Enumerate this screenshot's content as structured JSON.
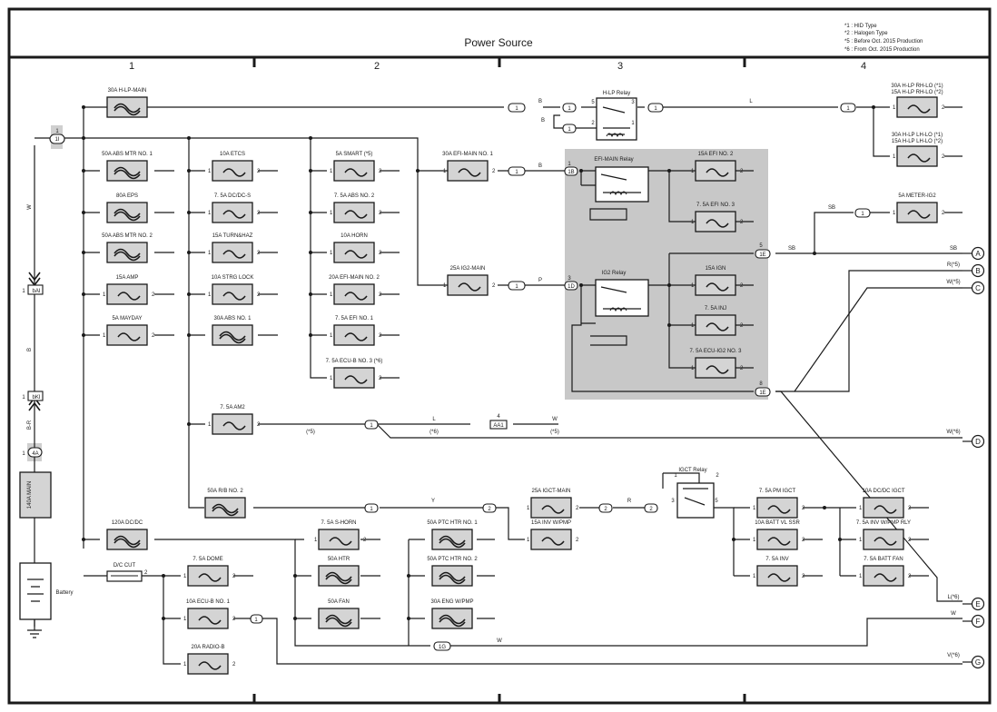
{
  "title": "Power Source",
  "notes": [
    "*1 : HID Type",
    "*2 : Halogen Type",
    "*5 : Before Oct. 2015 Production",
    "*6 : From Oct. 2015 Production"
  ],
  "columns": [
    "1",
    "2",
    "3",
    "4"
  ],
  "fuses": [
    {
      "id": "f-hlp-main",
      "label": "30A H-LP-MAIN"
    },
    {
      "id": "f-abs-mtr1",
      "label": "50A ABS MTR NO. 1"
    },
    {
      "id": "f-eps",
      "label": "80A EPS"
    },
    {
      "id": "f-abs-mtr2",
      "label": "50A ABS MTR NO. 2"
    },
    {
      "id": "f-amp",
      "label": "15A AMP"
    },
    {
      "id": "f-mayday",
      "label": "5A MAYDAY"
    },
    {
      "id": "f-etcs",
      "label": "10A ETCS"
    },
    {
      "id": "f-dcdc-s",
      "label": "7. 5A DC/DC-S"
    },
    {
      "id": "f-turn-haz",
      "label": "15A TURN&HAZ"
    },
    {
      "id": "f-strg-lock",
      "label": "10A STRG LOCK"
    },
    {
      "id": "f-abs1",
      "label": "30A ABS NO. 1"
    },
    {
      "id": "f-smart",
      "label": "5A SMART (*5)"
    },
    {
      "id": "f-abs2",
      "label": "7. 5A ABS NO. 2"
    },
    {
      "id": "f-horn",
      "label": "10A HORN"
    },
    {
      "id": "f-efi-main2",
      "label": "20A EFI-MAIN NO. 2"
    },
    {
      "id": "f-efi1",
      "label": "7. 5A EFI NO. 1"
    },
    {
      "id": "f-ecub3",
      "label": "7. 5A ECU-B NO. 3 (*6)"
    },
    {
      "id": "f-efi-main1",
      "label": "30A EFI-MAIN NO. 1"
    },
    {
      "id": "f-ig2-main",
      "label": "25A IG2-MAIN"
    },
    {
      "id": "f-efi2",
      "label": "15A EFI NO. 2"
    },
    {
      "id": "f-efi3",
      "label": "7. 5A EFI NO. 3"
    },
    {
      "id": "f-ign",
      "label": "15A IGN"
    },
    {
      "id": "f-inj",
      "label": "7. 5A INJ"
    },
    {
      "id": "f-ecu-ig2-3",
      "label": "7. 5A ECU-IG2 NO. 3"
    },
    {
      "id": "f-hlp-rh",
      "label": "30A H-LP RH-LO (*1)"
    },
    {
      "id": "f-hlp-rh2",
      "label": "15A H-LP RH-LO (*2)"
    },
    {
      "id": "f-hlp-lh",
      "label": "30A H-LP LH-LO (*1)"
    },
    {
      "id": "f-hlp-lh2",
      "label": "15A H-LP LH-LO (*2)"
    },
    {
      "id": "f-meter-ig2",
      "label": "5A METER-IG2"
    },
    {
      "id": "f-am2",
      "label": "7. 5A AM2"
    },
    {
      "id": "f-rb2",
      "label": "50A R/B NO. 2"
    },
    {
      "id": "f-dcdc",
      "label": "120A DC/DC"
    },
    {
      "id": "f-dcut",
      "label": "D/C CUT"
    },
    {
      "id": "f-dome",
      "label": "7. 5A DOME"
    },
    {
      "id": "f-ecub1",
      "label": "10A ECU-B NO. 1"
    },
    {
      "id": "f-radio",
      "label": "20A RADIO-B"
    },
    {
      "id": "f-shorn",
      "label": "7. 5A S-HORN"
    },
    {
      "id": "f-htr",
      "label": "50A HTR"
    },
    {
      "id": "f-fan",
      "label": "50A FAN"
    },
    {
      "id": "f-ptc1",
      "label": "50A PTC HTR NO. 1"
    },
    {
      "id": "f-ptc2",
      "label": "50A PTC HTR NO. 2"
    },
    {
      "id": "f-eng-wpmp",
      "label": "30A ENG W/PMP"
    },
    {
      "id": "f-igct-main",
      "label": "25A IGCT-MAIN"
    },
    {
      "id": "f-inv-wpmp",
      "label": "15A INV W/PMP"
    },
    {
      "id": "f-pm-igct",
      "label": "7. 5A PM IGCT"
    },
    {
      "id": "f-batt-vl",
      "label": "10A BATT VL SSR"
    },
    {
      "id": "f-inv",
      "label": "7. 5A INV"
    },
    {
      "id": "f-dcdc-igct",
      "label": "10A DC/DC IGCT"
    },
    {
      "id": "f-inv-wpmp-rly",
      "label": "7. 5A INV W/PMP RLY"
    },
    {
      "id": "f-batt-fan",
      "label": "7. 5A BATT FAN"
    },
    {
      "id": "f-main-140",
      "label": "140A MAIN"
    }
  ],
  "relays": {
    "hlp": "H-LP Relay",
    "efi_main": "EFI-MAIN Relay",
    "ig2": "IG2 Relay",
    "igct": "IGCT Relay"
  },
  "battery_label": "Battery",
  "pin1": "1",
  "pin2": "2",
  "left_connectors": {
    "c1": "1",
    "c1_label": "1I",
    "bai": "bAI",
    "bki": "bKI",
    "c4a": "4A",
    "c1_left": "1"
  },
  "wire_colors": {
    "w": "W",
    "b": "B",
    "br": "B-R",
    "l": "L",
    "sb": "SB",
    "p": "P",
    "y": "Y",
    "r": "R",
    "r5": "R(*5)",
    "w5": "W(*5)",
    "w6": "W(*6)",
    "l6": "L(*6)",
    "v6": "V(*6)"
  },
  "connectors": {
    "one": "1",
    "two": "2",
    "ib": "1B",
    "id": "1D",
    "ie": "1E",
    "ig": "1G",
    "aa1": "AA1",
    "four": "4",
    "five": "5",
    "three": "3",
    "eight": "8"
  },
  "annot": {
    "s5": "(*5)",
    "s6": "(*6)"
  },
  "outputs": [
    "A",
    "B",
    "C",
    "D",
    "E",
    "F",
    "G"
  ]
}
